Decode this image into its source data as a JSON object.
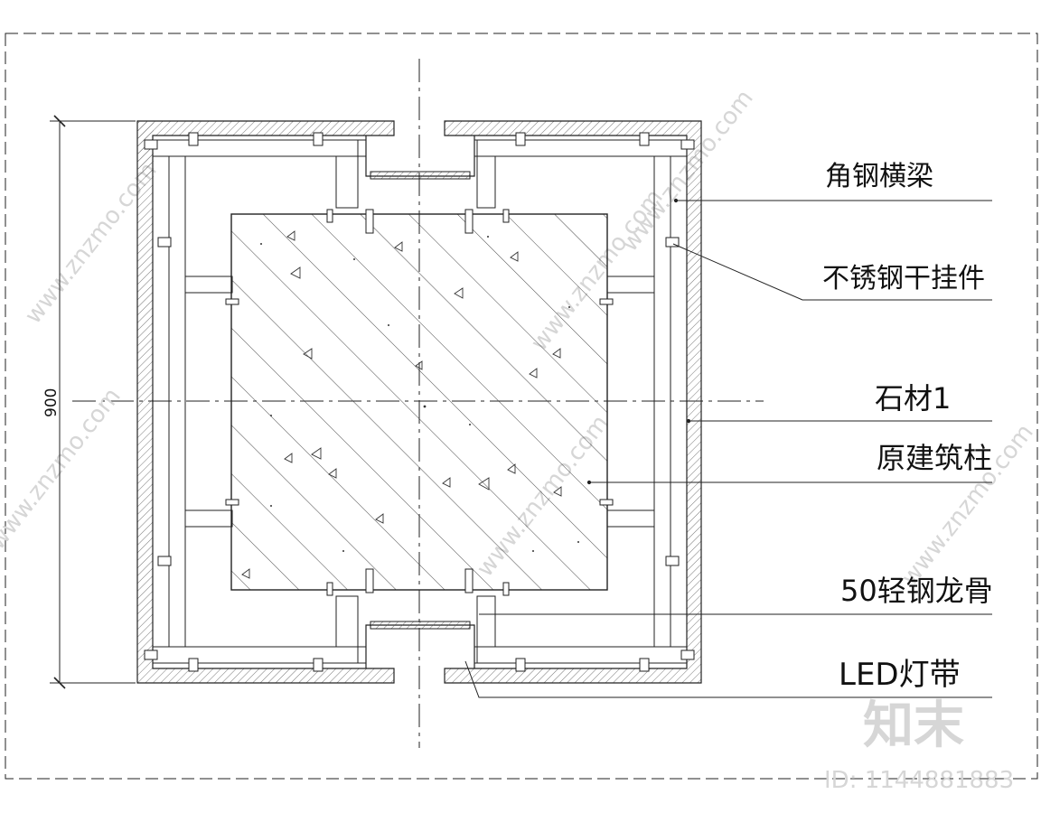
{
  "drawing": {
    "dimension_label": "900",
    "callouts": [
      {
        "id": "angle-steel-beam",
        "text": "角钢横梁"
      },
      {
        "id": "stainless-hanger",
        "text": "不锈钢干挂件"
      },
      {
        "id": "stone-1",
        "text": "石材1"
      },
      {
        "id": "original-column",
        "text": "原建筑柱"
      },
      {
        "id": "light-steel-keel",
        "text": "50轻钢龙骨"
      },
      {
        "id": "led-strip",
        "text": "LED灯带"
      }
    ]
  },
  "watermark": {
    "logo_text": "知末",
    "id_text": "ID: 1144881883",
    "site_text": "www.znzmo.com"
  },
  "colors": {
    "line": "#222222",
    "hatch": "#555555",
    "watermark": "#d6d6d6"
  }
}
